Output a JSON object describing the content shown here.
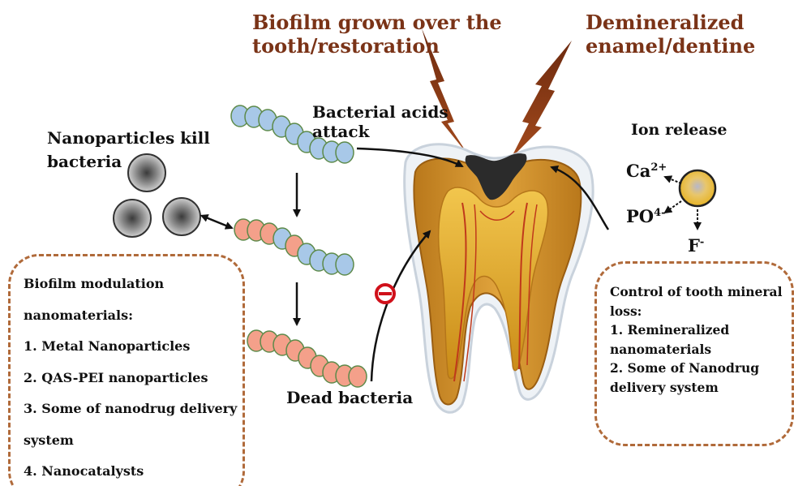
{
  "title_left": [
    "Biofilm grown over the",
    "tooth/restoration"
  ],
  "title_right": [
    "Demineralized",
    "enamel/dentine"
  ],
  "acid_label": [
    "Bacterial acids",
    "attack"
  ],
  "nanoparticle_label": [
    "Nanoparticles kill",
    "bacteria"
  ],
  "dead_label": "Dead bacteria",
  "ion_release_label": "Ion release",
  "ions": {
    "ca": "Ca",
    "ca_sup": "2+",
    "po": "PO",
    "po_sup": "4-",
    "f": "F",
    "f_sup": "-"
  },
  "left_box": {
    "lines": [
      "Biofilm modulation",
      "nanomaterials:",
      "1. Metal Nanoparticles",
      "2. QAS-PEI nanoparticles",
      "3. Some of nanodrug delivery",
      "system",
      "4. Nanocatalysts"
    ]
  },
  "right_box": {
    "lines": [
      "Control of tooth mineral",
      "loss:",
      "1. Remineralized",
      "nanomaterials",
      "2. Some of Nanodrug",
      "delivery system"
    ]
  },
  "colors": {
    "title_brown": "#7a3317",
    "live_bacteria": "#a8c8e8",
    "dead_bacteria": "#f4a08a",
    "box_border": "#b06a3a",
    "inhibit_red": "#d0101a"
  }
}
